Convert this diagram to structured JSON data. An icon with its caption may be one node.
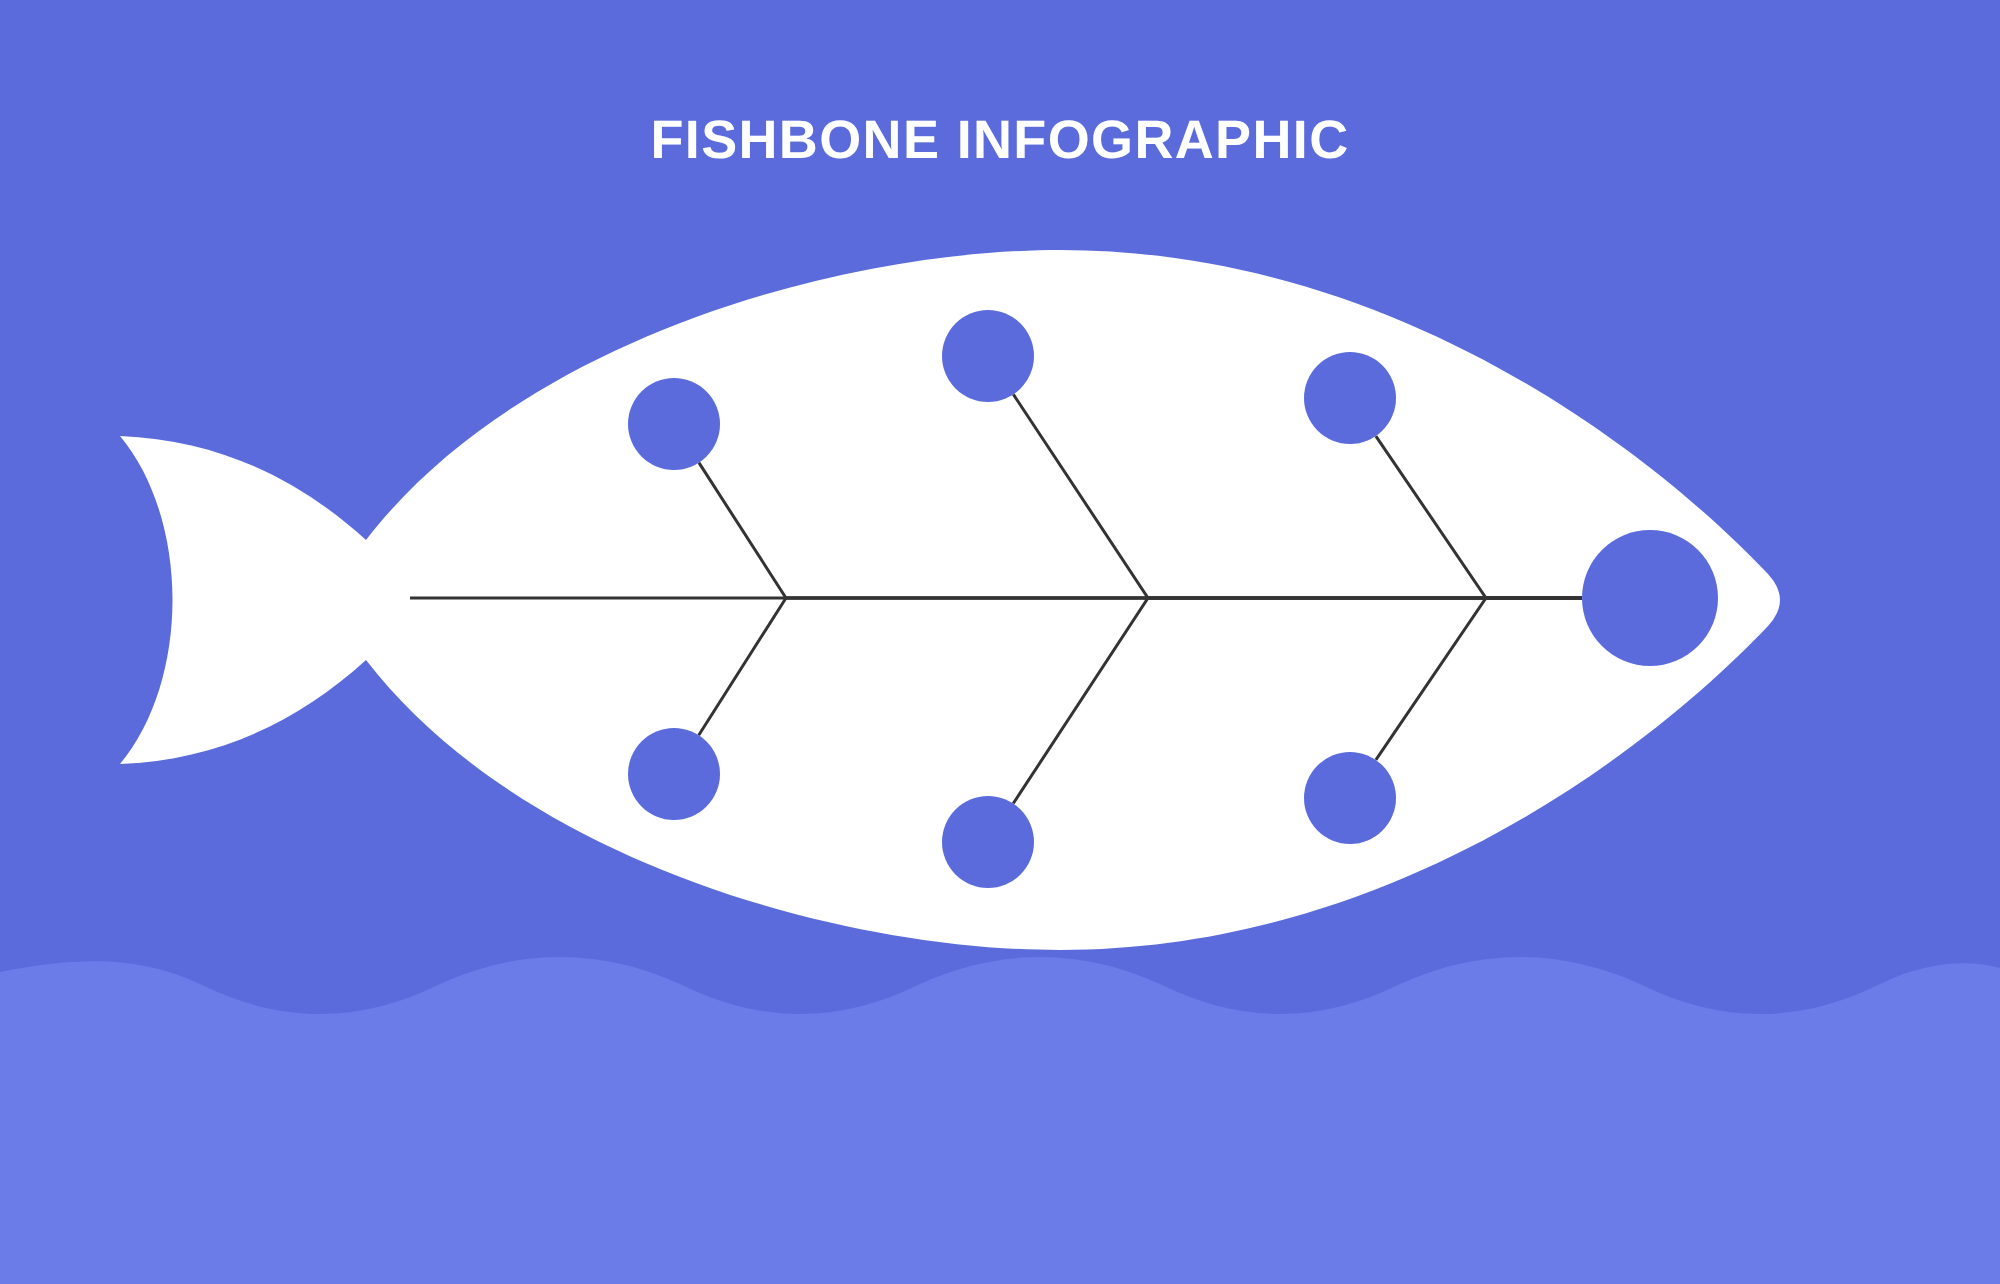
{
  "diagram": {
    "title": "FISHBONE INFOGRAPHIC",
    "nodes": [
      {
        "text": [],
        "shape": "fish"
      },
      {
        "text": [],
        "shape": "circle",
        "in": 0
      },
      {
        "text": [],
        "shape": "circle",
        "in": 0
      },
      {
        "text": [],
        "shape": "circle",
        "in": 0
      },
      {
        "text": [],
        "shape": "circle",
        "in": 0
      },
      {
        "text": [],
        "shape": "circle",
        "in": 0
      },
      {
        "text": [],
        "shape": "circle",
        "in": 0
      },
      {
        "text": [],
        "shape": "circle",
        "in": 0
      }
    ],
    "edges": [
      {
        "from": 1,
        "to": 7,
        "arrow": "none"
      },
      {
        "from": 2,
        "to": 7,
        "arrow": "none"
      },
      {
        "from": 3,
        "to": 7,
        "arrow": "none"
      },
      {
        "from": 4,
        "to": 7,
        "arrow": "none"
      },
      {
        "from": 5,
        "to": 7,
        "arrow": "none"
      },
      {
        "from": 6,
        "to": 7,
        "arrow": "none"
      },
      {
        "from": null,
        "to": 7,
        "arrow": "none"
      }
    ]
  }
}
